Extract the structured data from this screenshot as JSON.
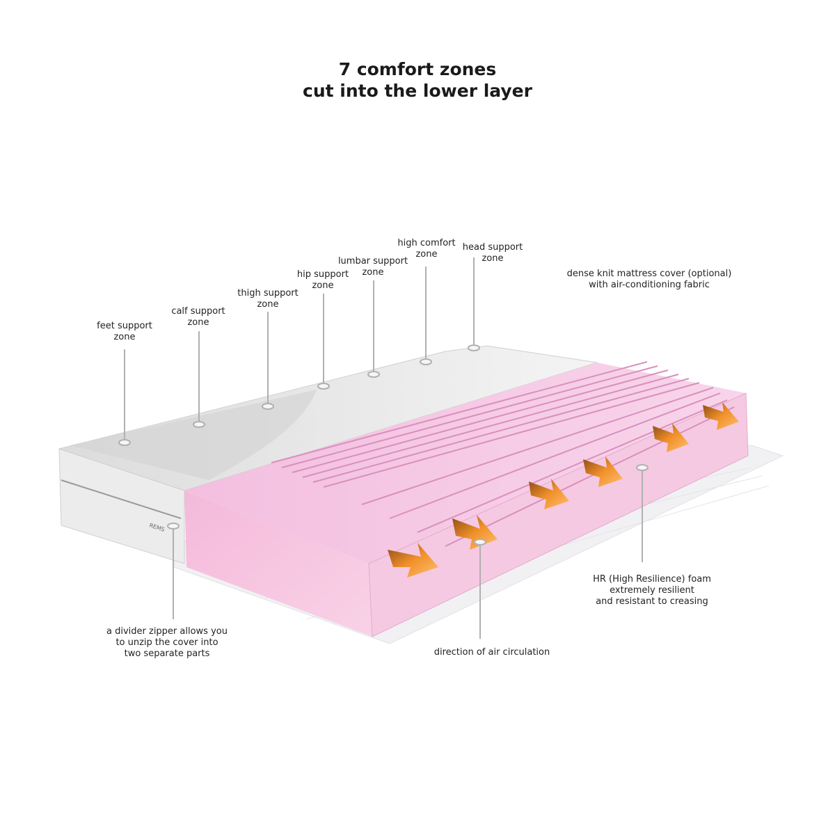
{
  "title": {
    "line1": "7 comfort zones",
    "line2": "cut into the lower layer"
  },
  "zones": [
    {
      "l1": "feet support",
      "l2": "zone"
    },
    {
      "l1": "calf support",
      "l2": "zone"
    },
    {
      "l1": "thigh support",
      "l2": "zone"
    },
    {
      "l1": "hip support",
      "l2": "zone"
    },
    {
      "l1": "lumbar support",
      "l2": "zone"
    },
    {
      "l1": "high comfort",
      "l2": "zone"
    },
    {
      "l1": "head support",
      "l2": "zone"
    }
  ],
  "cover": {
    "l1": "dense knit mattress cover (optional)",
    "l2": "with air-conditioning fabric"
  },
  "foam": {
    "l1": "HR  (High Resilience) foam",
    "l2": "extremely resilient",
    "l3": "and resistant to creasing"
  },
  "zipper": {
    "l1": "a divider zipper allows you",
    "l2": "to unzip the cover into",
    "l3": "two separate parts"
  },
  "air": {
    "l1": "direction of air circulation"
  },
  "brand_mark": "REMS",
  "colors": {
    "foam_pink": "#f5c4e0",
    "cover_white": "#f2f2f2",
    "arrow_orange": "#f08a1e"
  }
}
